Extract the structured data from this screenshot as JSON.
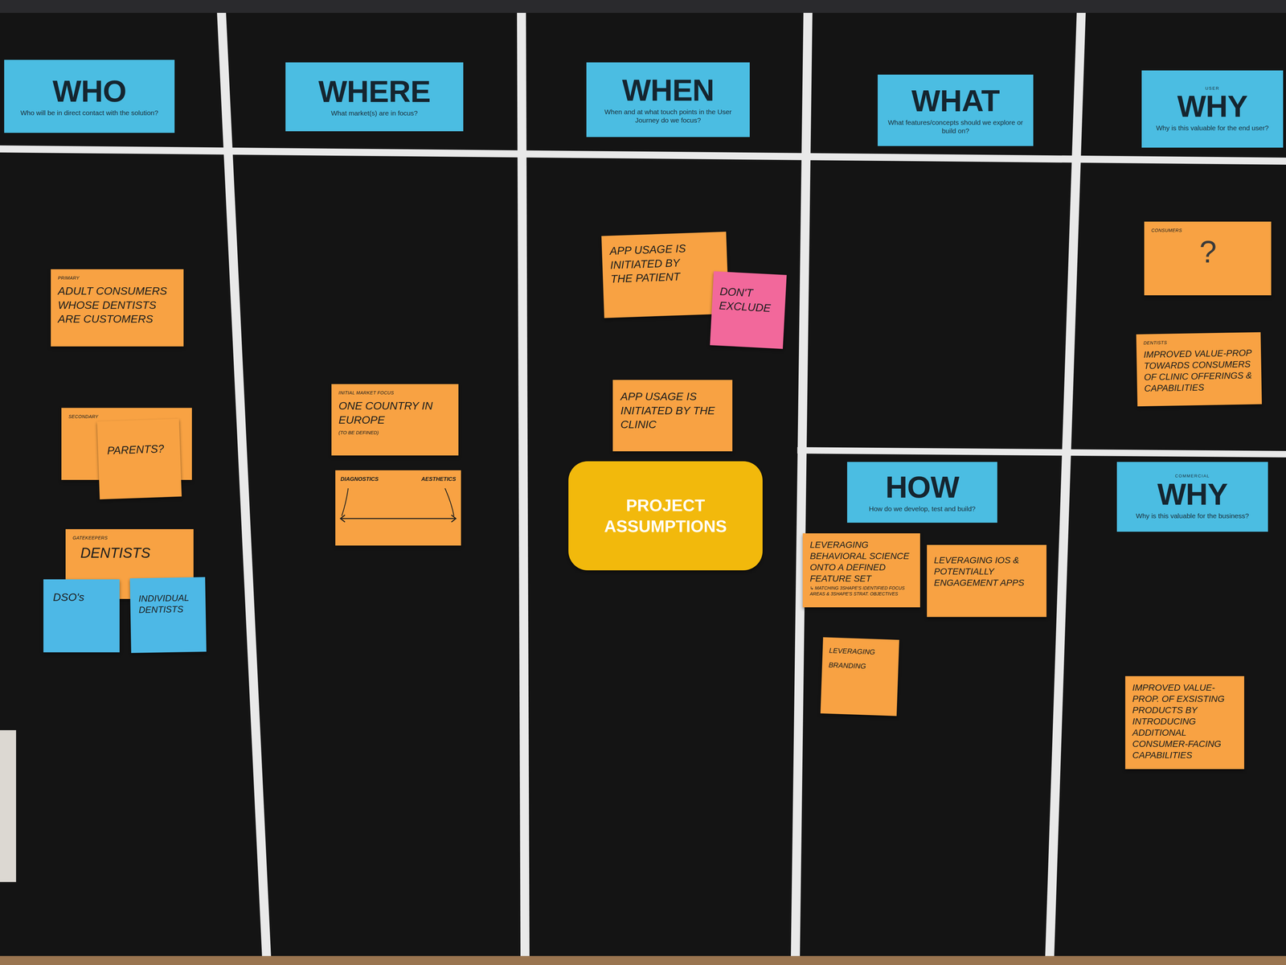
{
  "diagram": {
    "nodes": [
      {
        "text": [
          "WHO",
          "Who will be in direct contact with the solution?"
        ]
      },
      {
        "text": [
          "WHERE",
          "What market(s) are in focus?"
        ]
      },
      {
        "text": [
          "WHEN",
          "When and at what touch points in the User Journey do we focus?"
        ]
      },
      {
        "text": [
          "WHAT",
          "What features/concepts should we explore or build on?"
        ]
      },
      {
        "text": [
          "USER",
          "WHY",
          "Why is this valuable for the end user?"
        ]
      },
      {
        "text": [
          "PRIMARY",
          "ADULT CONSUMERS WHOSE DENTISTS ARE CUSTOMERS"
        ]
      },
      {
        "text": [
          "SECONDARY"
        ]
      },
      {
        "text": [
          "PARENTS?"
        ],
        "in": 6
      },
      {
        "text": [
          "GATEKEEPERS",
          "DENTISTS"
        ]
      },
      {
        "text": [
          "DSO's"
        ]
      },
      {
        "text": [
          "INDIVIDUAL DENTISTS"
        ]
      },
      {
        "text": [
          "INITIAL MARKET FOCUS",
          "ONE COUNTRY IN EUROPE",
          "(TO BE DEFINED)"
        ]
      },
      {
        "text": [
          "DIAGNOSTICS",
          "AESTHETICS"
        ]
      },
      {
        "text": [
          "APP USAGE IS INITIATED BY THE PATIENT"
        ]
      },
      {
        "text": [
          "DON'T EXCLUDE"
        ]
      },
      {
        "text": [
          "APP USAGE IS INITIATED BY THE CLINIC"
        ]
      },
      {
        "text": [
          "PROJECT ASSUMPTIONS"
        ]
      },
      {
        "text": [
          "CONSUMERS",
          "?"
        ]
      },
      {
        "text": [
          "DENTISTS",
          "IMPROVED VALUE-PROP TOWARDS CONSUMERS OF CLINIC OFFERINGS & CAPABILITIES"
        ]
      },
      {
        "text": [
          "HOW",
          "How do we develop, test and build?"
        ]
      },
      {
        "text": [
          "COMMERCIAL",
          "WHY",
          "Why is this valuable for the business?"
        ]
      },
      {
        "text": [
          "LEVERAGING BEHAVIORAL SCIENCE ONTO A DEFINED FEATURE SET",
          "↳ MATCHING 3SHAPE'S IDENTIFIED FOCUS AREAS & 3SHAPE'S STRAT. OBJECTIVES"
        ]
      },
      {
        "text": [
          "LEVERAGING IOS & POTENTIALLY ENGAGEMENT APPS"
        ]
      },
      {
        "text": [
          "LEVERAGING",
          "BRANDING"
        ]
      },
      {
        "text": [
          "IMPROVED VALUE-PROP. OF EXSISTING PRODUCTS BY INTRODUCING ADDITIONAL CONSUMER-FACING CAPABILITIES"
        ]
      }
    ]
  }
}
